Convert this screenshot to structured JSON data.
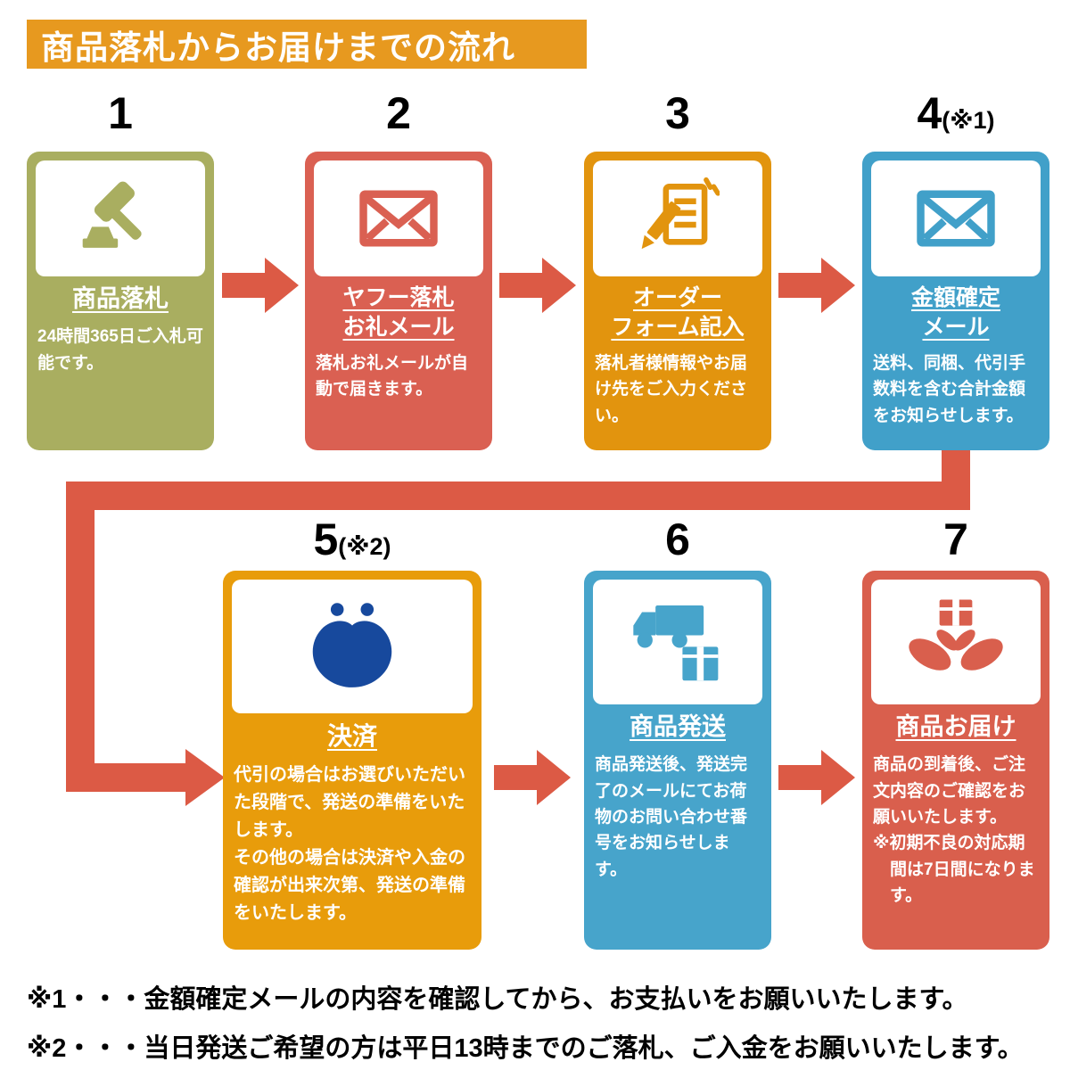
{
  "header": {
    "title": "商品落札からお届けまでの流れ",
    "bg_color": "#E7991F",
    "text_color": "#FFFFFF"
  },
  "colors": {
    "arrow": "#DC5A45",
    "number_text": "#000000",
    "background": "#FFFFFF"
  },
  "steps": [
    {
      "number": "1",
      "number_note": "",
      "title": "商品落札",
      "title_line2": "",
      "description": "24時間365日ご入札可能です。",
      "description2": "",
      "card_color": "#A9AE60",
      "icon": "gavel-icon",
      "icon_color": "#A9AE60"
    },
    {
      "number": "2",
      "number_note": "",
      "title": "ヤフー落札",
      "title_line2": "お礼メール",
      "description": "落札お礼メールが自動で届きます。",
      "description2": "",
      "card_color": "#DA6052",
      "icon": "mail-icon",
      "icon_color": "#DA6052"
    },
    {
      "number": "3",
      "number_note": "",
      "title": "オーダー",
      "title_line2": "フォーム記入",
      "description": "落札者様情報やお届け先をご入力ください。",
      "description2": "",
      "card_color": "#E2940E",
      "icon": "order-form-icon",
      "icon_color": "#E2940E"
    },
    {
      "number": "4",
      "number_note": "(※1)",
      "title": "金額確定",
      "title_line2": "メール",
      "description": "送料、同梱、代引手数料を含む合計金額をお知らせします。",
      "description2": "",
      "card_color": "#41A0C9",
      "icon": "mail-icon",
      "icon_color": "#41A0C9"
    },
    {
      "number": "5",
      "number_note": "(※2)",
      "title": "決済",
      "title_line2": "",
      "description": "代引の場合はお選びいただいた段階で、発送の準備をいたします。",
      "description2": "その他の場合は決済や入金の確認が出来次第、発送の準備をいたします。",
      "card_color": "#E89C0B",
      "icon": "purse-icon",
      "icon_color": "#17499D"
    },
    {
      "number": "6",
      "number_note": "",
      "title": "商品発送",
      "title_line2": "",
      "description": "商品発送後、発送完了のメールにてお荷物のお問い合わせ番号をお知らせします。",
      "description2": "",
      "card_color": "#47A4CB",
      "icon": "truck-icon",
      "icon_color": "#47A4CB"
    },
    {
      "number": "7",
      "number_note": "",
      "title": "商品お届け",
      "title_line2": "",
      "description": "商品の到着後、ご注文内容のご確認をお願いいたします。",
      "description2": "※初期不良の対応期間は7日間になります。",
      "card_color": "#D95F4D",
      "icon": "delivery-hands-icon",
      "icon_color": "#D95F4D"
    }
  ],
  "footnotes": [
    "※1・・・金額確定メールの内容を確認してから、お支払いをお願いいたします。",
    "※2・・・当日発送ご希望の方は平日13時までのご落札、ご入金をお願いいたします。"
  ]
}
